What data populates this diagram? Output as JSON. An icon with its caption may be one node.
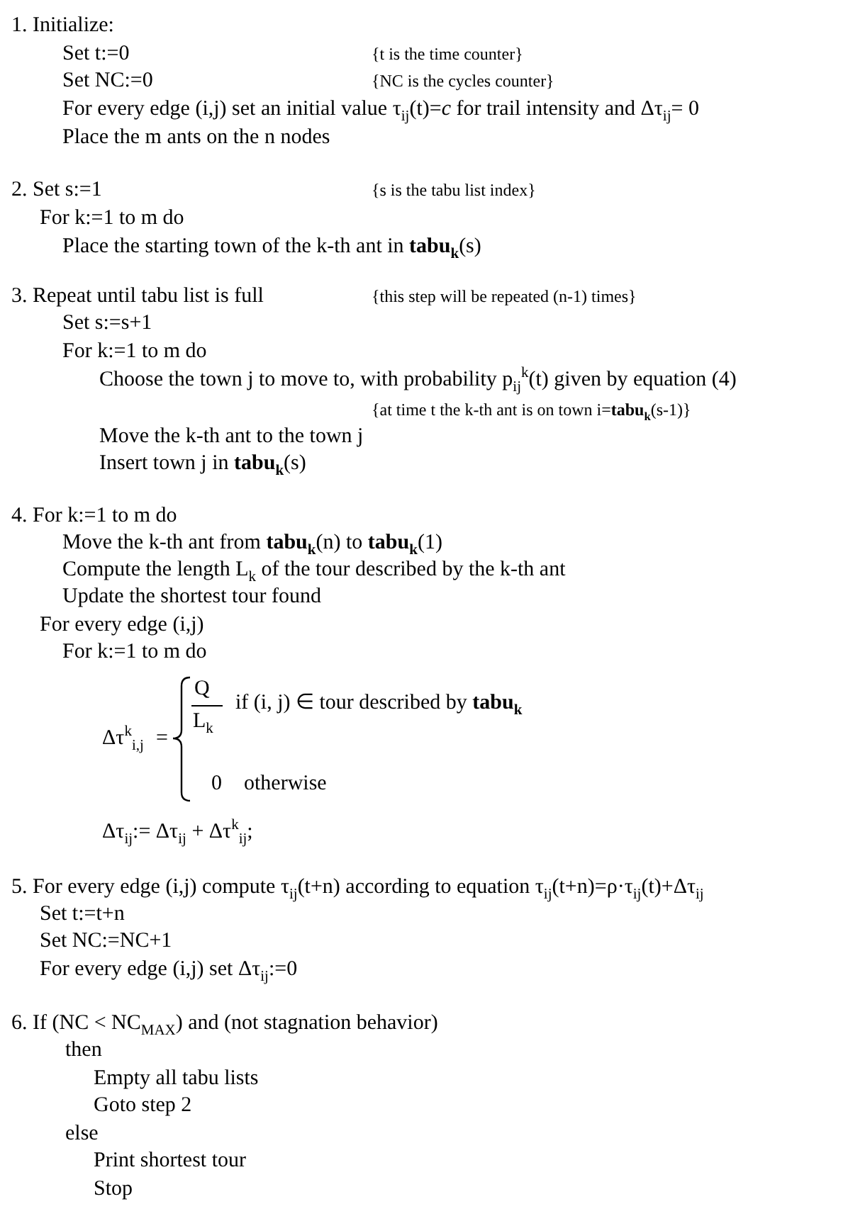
{
  "diagram": {
    "labels": [
      "1. Initialize:",
      "Set t:=0",
      "{t is the time counter}",
      "Set NC:=0",
      "{NC is the cycles counter}",
      "For every edge (i,j) set an initial value τ$_{ij}$(t)=*c* for trail intensity and Δτ$_{ij}$= 0",
      "Place the m ants on the n nodes",
      "2. Set s:=1",
      "{s is the tabu list index}",
      "For k:=1 to m do",
      "Place the starting town of the k-th ant in **tabu**$_{k}$(s)",
      "3. Repeat until tabu list is full",
      "{this step will be repeated (n-1) times}",
      "Set s:=s+1",
      "For k:=1 to m do",
      "Choose the town j to move to, with probability p$_{ij}$$^{k}$(t) given by equation (4)",
      "{at time t the k-th ant is on town i=**tabu**$_{k}$(s-1)}",
      "Move the k-th ant to the town j",
      "Insert town j in **tabu**$_{k}$(s)",
      "4. For k:=1 to m do",
      "Move the k-th ant from **tabu**$_{k}$(n) to **tabu**$_{k}$(1)",
      "Compute the length L$_{k}$ of the tour described by the k-th ant",
      "Update the shortest tour found",
      "For every edge (i,j)",
      "For k:=1 to m do",
      "Q",
      "if (i, j) ∈ tour described by **tabu**$_{k}$",
      "Δτ$^{k}$$_{i,j}$",
      "=",
      "L$_{k}$",
      "0",
      "otherwise",
      "Δτ$_{ij}$:= Δτ$_{ij}$ + Δτ$^{k}$$_{ij}$;",
      "5. For every edge (i,j) compute τ$_{ij}$(t+n) according to equation τ$_{ij}$(t+n)=ρ·τ$_{ij}$(t)+Δτ$_{ij}$",
      "Set t:=t+n",
      "Set NC:=NC+1",
      "For every edge (i,j) set Δτ$_{ij}$:=0",
      "6. If (NC < NC$_{MAX}$) and (not stagnation behavior)",
      "then",
      "Empty all tabu lists",
      "Goto step 2",
      "else",
      "Print shortest tour",
      "Stop"
    ]
  }
}
